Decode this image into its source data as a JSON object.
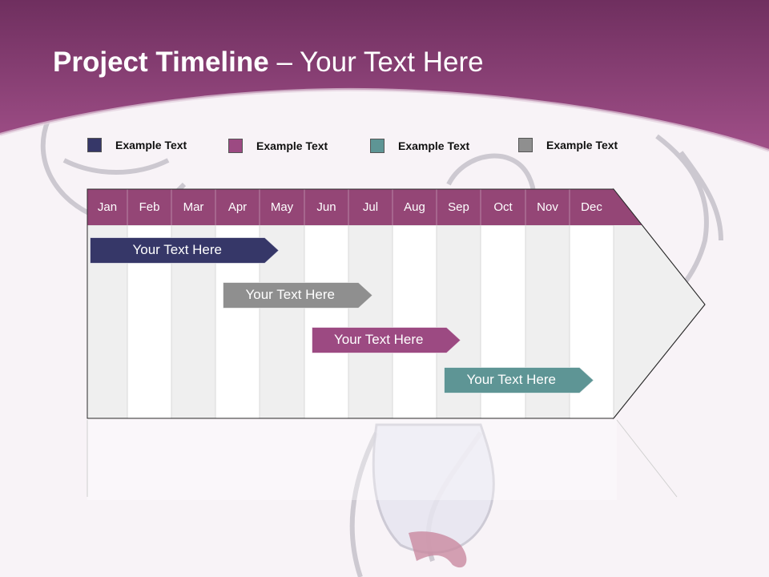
{
  "slide": {
    "title_bold": "Project Timeline",
    "title_rest": " – Your Text Here"
  },
  "colors": {
    "header": "#8c3f78",
    "navy": "#363768",
    "purple": "#9c4a82",
    "teal": "#5e9595",
    "gray": "#8f8f8f",
    "month_band": "#944676"
  },
  "legend": [
    {
      "label": "Example Text",
      "color": "#363768"
    },
    {
      "label": "Example Text",
      "color": "#9c4a82"
    },
    {
      "label": "Example Text",
      "color": "#5e9595"
    },
    {
      "label": "Example Text",
      "color": "#8f8f8f"
    }
  ],
  "months": [
    "Jan",
    "Feb",
    "Mar",
    "Apr",
    "May",
    "Jun",
    "Jul",
    "Aug",
    "Sep",
    "Oct",
    "Nov",
    "Dec"
  ],
  "bars": [
    {
      "label": "Your  Text Here",
      "color": "#363768",
      "start_month": 1.0,
      "end_month": 4.9
    },
    {
      "label": "Your  Text Here",
      "color": "#8f8f8f",
      "start_month": 4.1,
      "end_month": 7.0
    },
    {
      "label": "Your  Text Here",
      "color": "#9c4a82",
      "start_month": 6.1,
      "end_month": 9.0
    },
    {
      "label": "Your  Text Here",
      "color": "#5e9595",
      "start_month": 9.1,
      "end_month": 12.0
    }
  ]
}
